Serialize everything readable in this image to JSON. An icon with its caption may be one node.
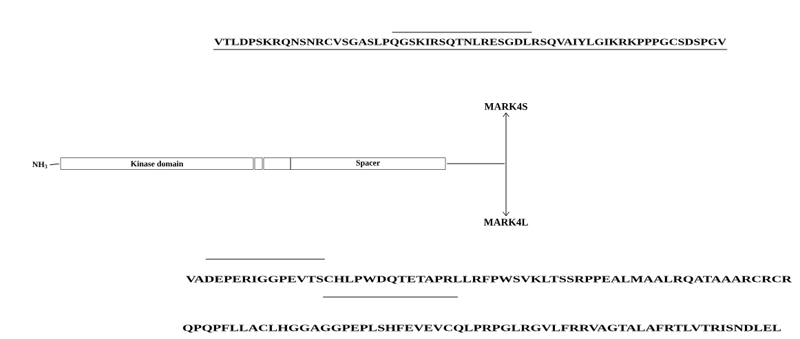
{
  "diagram": {
    "nodes": [
      {
        "text": [
          "NH$_{3}$"
        ]
      },
      {
        "text": [
          "Kinase domain"
        ]
      },
      {
        "text": [],
        "shape": "box"
      },
      {
        "text": [],
        "shape": "box"
      },
      {
        "text": [
          "Spacer"
        ]
      },
      {
        "text": [
          "MARK4S"
        ]
      },
      {
        "text": [
          "MARK4L"
        ]
      }
    ],
    "edges": [
      {
        "from": 0,
        "to": 1,
        "arrow": "none"
      },
      {
        "from": 4,
        "to": null,
        "arrow": "none"
      },
      {
        "from": 5,
        "to": 6,
        "arrow": "both"
      }
    ],
    "labels": [
      "VTLDPSKRQNSNRCVSGASLPQGSKIRSQTNLRESGDLRSQVAIYLGIKRKPPPGCSDSPGV",
      "VADEPERIGGPEVTSCHLPWDQTETAPRLLRFPWSVKLTSSRPPEALMAALRQATAAARCRCR",
      "QPQPFLLACLHGGAGGPEPLSHFEVEVCQLPRPGLRGVLFRRVAGTALAFRTLVTRISNDLEL"
    ]
  }
}
